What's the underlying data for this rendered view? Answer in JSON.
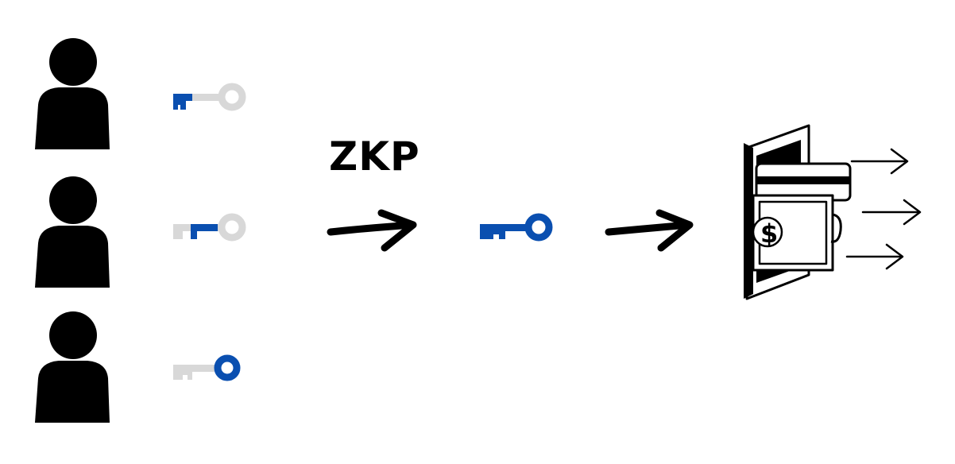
{
  "diagram": {
    "label": "ZKP",
    "colors": {
      "blue": "#0a4fb0",
      "gray": "#d8d8d8",
      "ink": "#000000"
    },
    "participants": [
      {
        "icon": "person-icon",
        "key_part": "bit-1"
      },
      {
        "icon": "person-icon",
        "key_part": "bit-2"
      },
      {
        "icon": "person-icon",
        "key_part": "ring"
      }
    ],
    "combined_key_icon": "key-icon",
    "wallet_icon": "wallet-icon"
  }
}
